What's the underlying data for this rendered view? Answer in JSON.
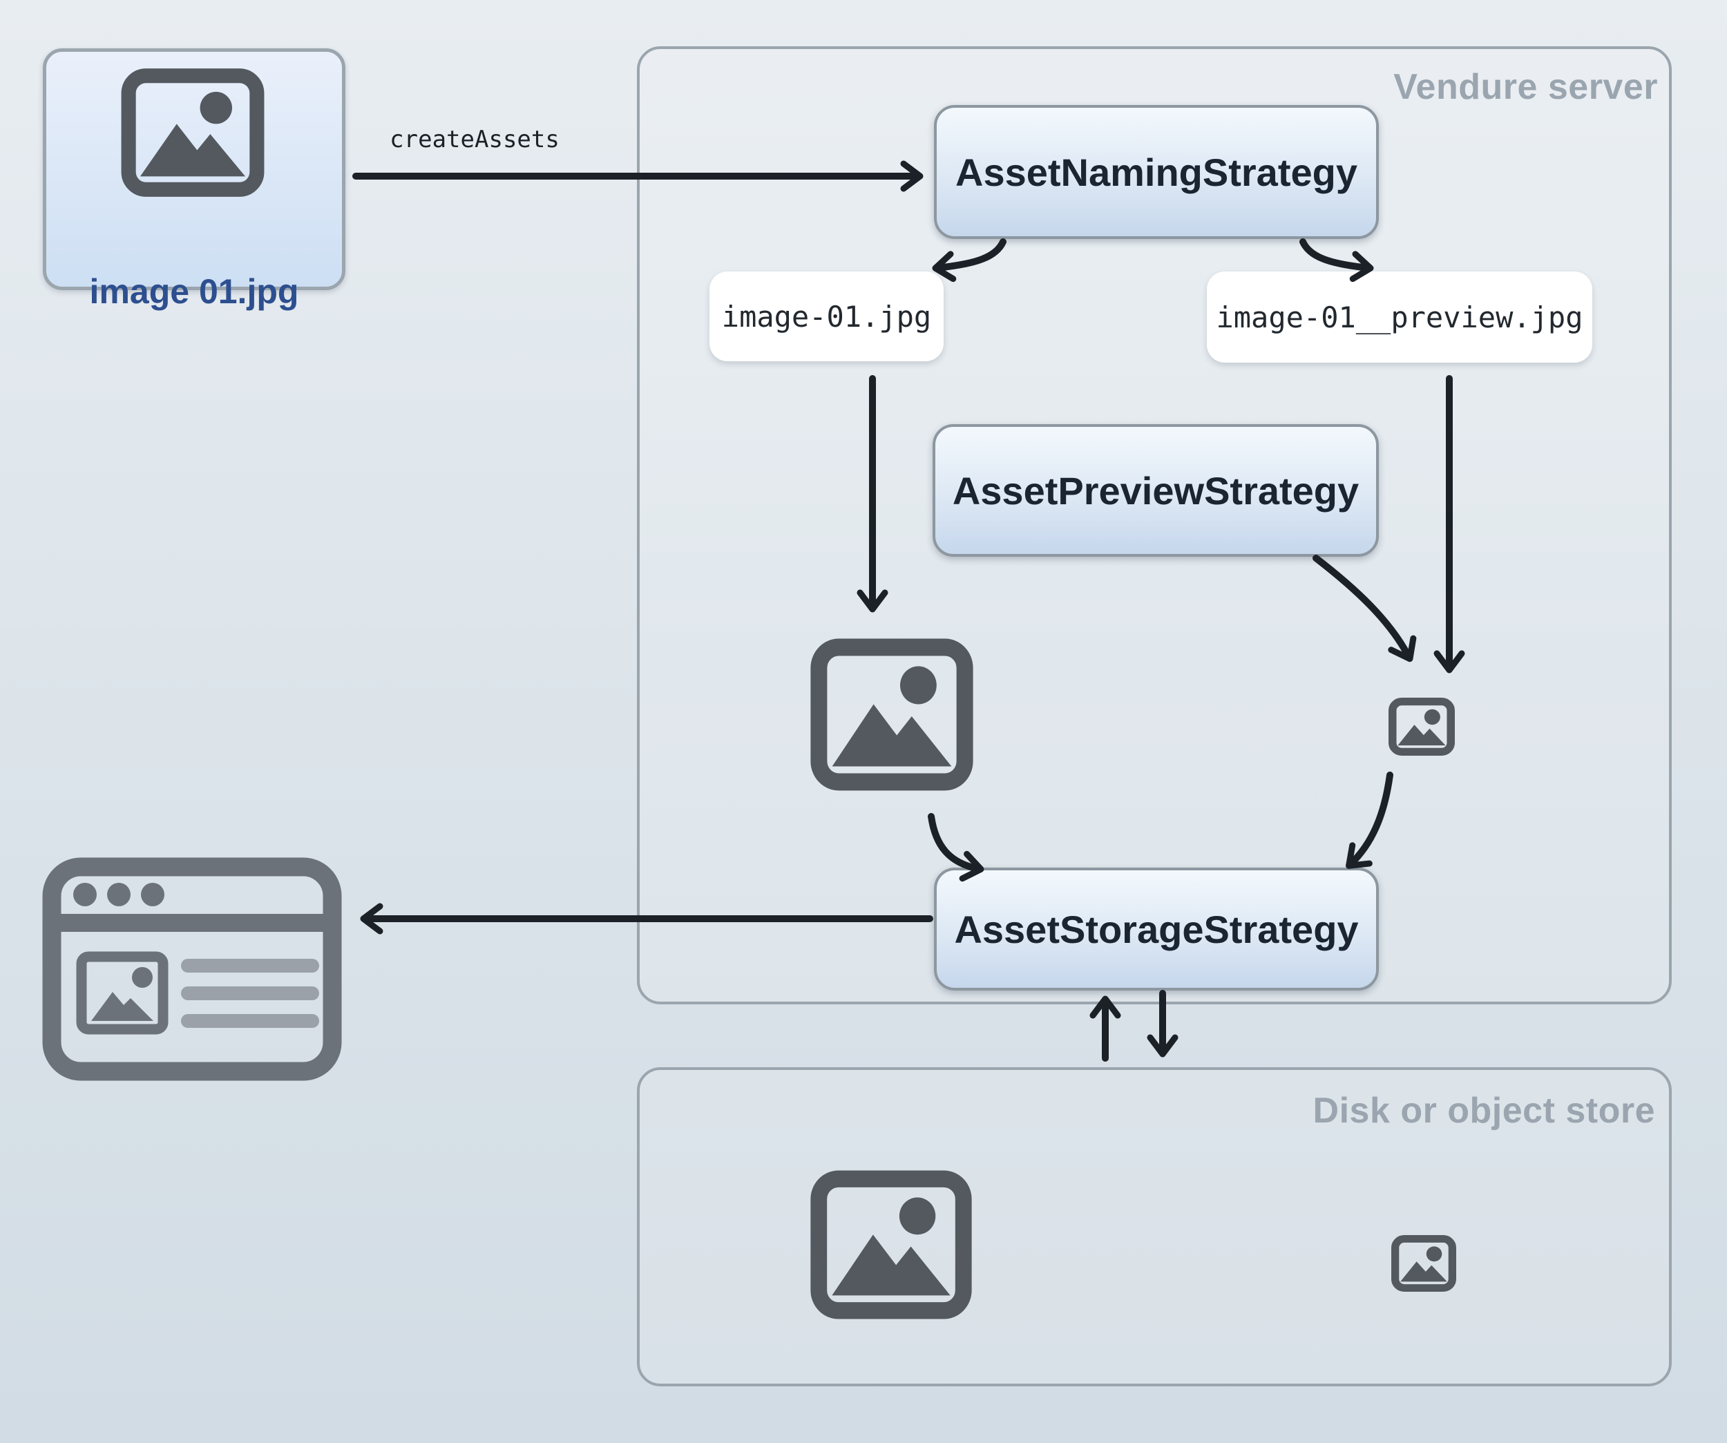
{
  "source_asset": {
    "label": "image 01.jpg"
  },
  "flow": {
    "create_assets_label": "createAssets"
  },
  "server": {
    "title": "Vendure server",
    "boxes": {
      "naming": "AssetNamingStrategy",
      "preview": "AssetPreviewStrategy",
      "storage": "AssetStorageStrategy"
    },
    "files": {
      "original": "image-01.jpg",
      "preview": "image-01__preview.jpg"
    }
  },
  "store": {
    "title": "Disk or object store"
  },
  "icons": [
    "source-image-icon",
    "rendered-image-icon",
    "preview-thumbnail-icon",
    "browser-window-icon",
    "stored-image-icon",
    "stored-thumbnail-icon"
  ],
  "colors": {
    "background_top": "#e8edf1",
    "background_bottom": "#d2dce4",
    "container_border": "#9aa5ad",
    "container_title": "#9aa5af",
    "box_border": "#8d97a0",
    "box_text": "#1b2431",
    "box_fill_top": "#f3f8fd",
    "box_fill_bottom": "#c6d7ec",
    "source_fill_top": "#eaf0fb",
    "source_fill_bottom": "#cddff3",
    "source_label": "#2d4f8f",
    "file_label_bg": "#ffffff",
    "file_label_text": "#22282e",
    "icon": "#53595f",
    "browser_icon": "#6b7279",
    "browser_icon_light": "#9aa1a8",
    "arrow": "#1b2127"
  }
}
